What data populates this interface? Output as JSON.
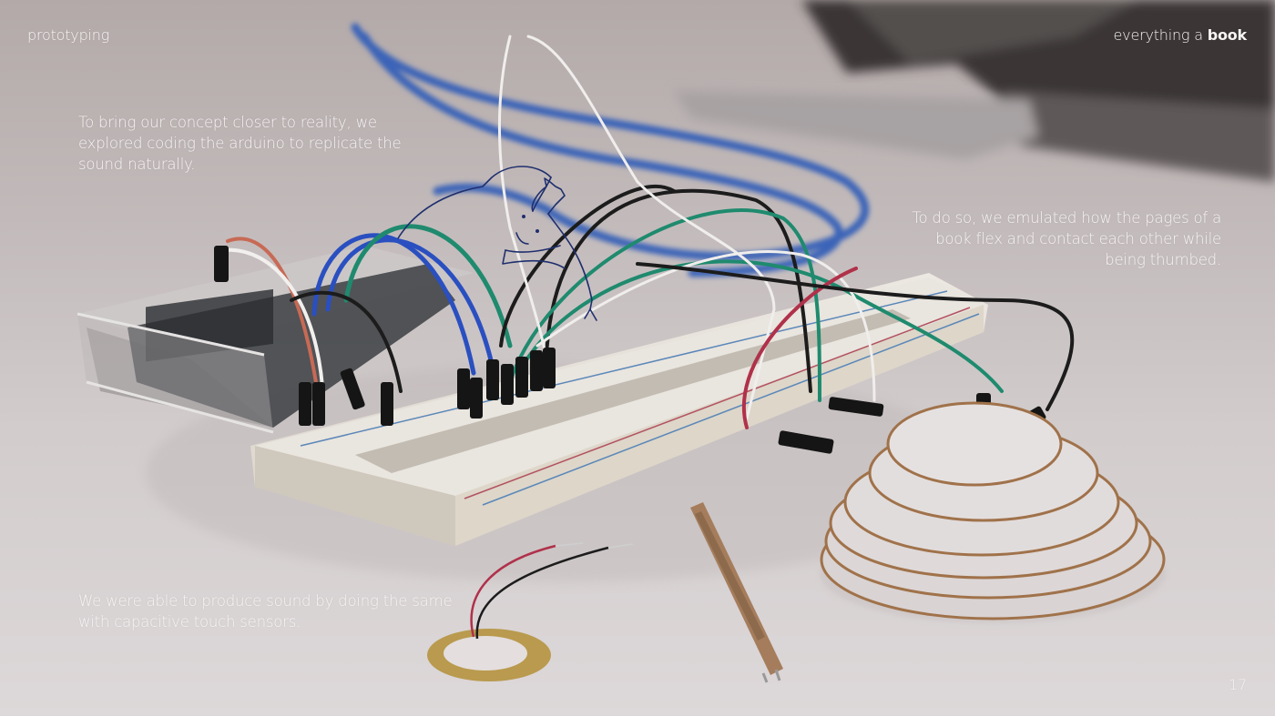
{
  "slide": {
    "section_label": "prototyping",
    "brand": {
      "prefix": "everything a ",
      "emphasis": "book"
    },
    "paragraphs": [
      "To bring our concept closer to reality, we explored coding the arduino to replicate the sound naturally.",
      "To do so, we emulated how the pages of a book flex and contact each other while being thumbed.",
      "We were able to produce sound by doing the same with capacitive touch sensors."
    ],
    "page_number": "17"
  },
  "photo": {
    "subject": "arduino-breadboard-prototype",
    "objects": [
      "laptop",
      "usb-cable",
      "arduino-in-acrylic-case",
      "breadboard",
      "jumper-wires",
      "stacked-capacitive-discs",
      "piezo-disc",
      "flex-sensor",
      "doodle-figure"
    ]
  },
  "colors": {
    "text": "#f7f4f4",
    "background_top": "#b3a9a9",
    "background_bottom": "#ddd8d9",
    "usb_cable": "#3a63b8",
    "doodle": "#1f2f6e",
    "wire_green": "#1f8a6e",
    "wire_blue": "#2a4fc0",
    "wire_black": "#1c1c1c",
    "wire_red": "#b0314a",
    "disc_face": "#dcd6d6",
    "disc_edge": "#a0724a"
  }
}
